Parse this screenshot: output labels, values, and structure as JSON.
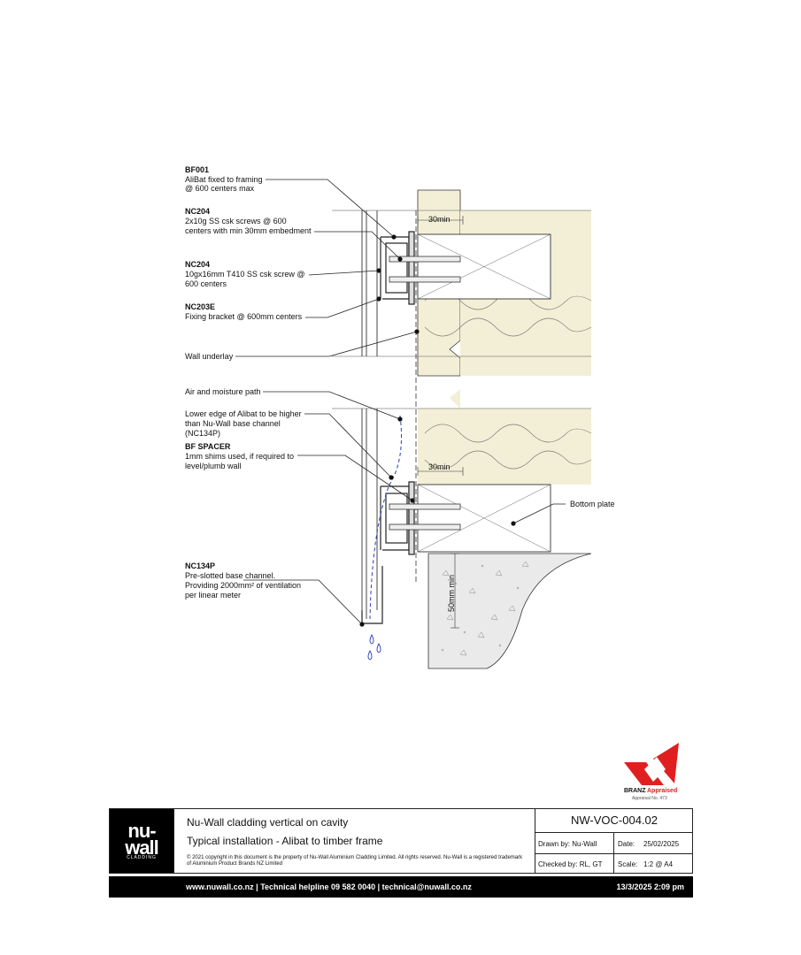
{
  "labels": {
    "bf001_code": "BF001",
    "bf001_l1": "AliBat fixed to framing",
    "bf001_l2": "@ 600 centers max",
    "nc204a_code": "NC204",
    "nc204a_l1": "2x10g SS csk screws @ 600",
    "nc204a_l2": "centers with min 30mm embedment",
    "nc204b_code": "NC204",
    "nc204b_l1": "10gx16mm T410 SS csk screw @",
    "nc204b_l2": "600 centers",
    "nc203e_code": "NC203E",
    "nc203e_l1": "Fixing bracket @ 600mm centers",
    "underlay": "Wall underlay",
    "air_path": "Air and moisture path",
    "lower_l1": "Lower edge of Alibat to be higher",
    "lower_l2": "than Nu-Wall base channel",
    "lower_l3": "(NC134P)",
    "spacer_code": "BF SPACER",
    "spacer_l1": "1mm shims used, if required to",
    "spacer_l2": "level/plumb wall",
    "nc134p_code": "NC134P",
    "nc134p_l1": "Pre-slotted base channel.",
    "nc134p_l2": "Providing 2000mm² of ventilation",
    "nc134p_l3": "per linear meter",
    "bottom_plate": "Bottom plate",
    "dim_30_top": "30min",
    "dim_30_bottom": "30min",
    "dim_50": "50mm min"
  },
  "branz": {
    "name": "BRANZ",
    "appraised": "Appraised",
    "sub": "Appraisal No. 473"
  },
  "title_block": {
    "logo_l1": "nu-",
    "logo_l2": "wall",
    "logo_sub": "CLADDING",
    "title_1": "Nu-Wall cladding vertical on cavity",
    "title_2": "Typical installation - Alibat to timber frame",
    "copyright": "© 2021 copyright in this document is the property of Nu-Wall Aluminium Cladding Limited. All rights reserved. Nu-Wall is a registered trademark of Aluminium Product Brands NZ Limited",
    "doc_number": "NW-VOC-004.02",
    "drawn_by": "Drawn by: Nu-Wall",
    "date_label": "Date:",
    "date_value": "25/02/2025",
    "checked_by": "Checked by: RL, GT",
    "scale_label": "Scale:",
    "scale_value": "1:2 @ A4"
  },
  "footer": {
    "links": "www.nuwall.co.nz  |  Technical helpline 09 582 0040  |  technical@nuwall.co.nz",
    "timestamp": "13/3/2025 2:09 pm"
  },
  "colors": {
    "insulation": "#f3efd6",
    "concrete": "#eaeaea",
    "brand_red": "#e02020",
    "air_path": "#2a3fb8"
  }
}
